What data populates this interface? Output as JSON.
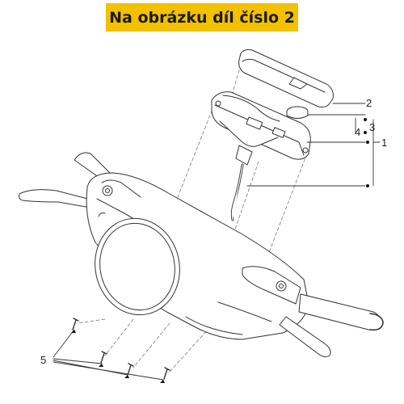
{
  "banner": {
    "text": "Na obrázku díl číslo 2",
    "color": "#f2c100"
  },
  "callouts": [
    "2",
    "3",
    "4",
    "1",
    "5"
  ]
}
